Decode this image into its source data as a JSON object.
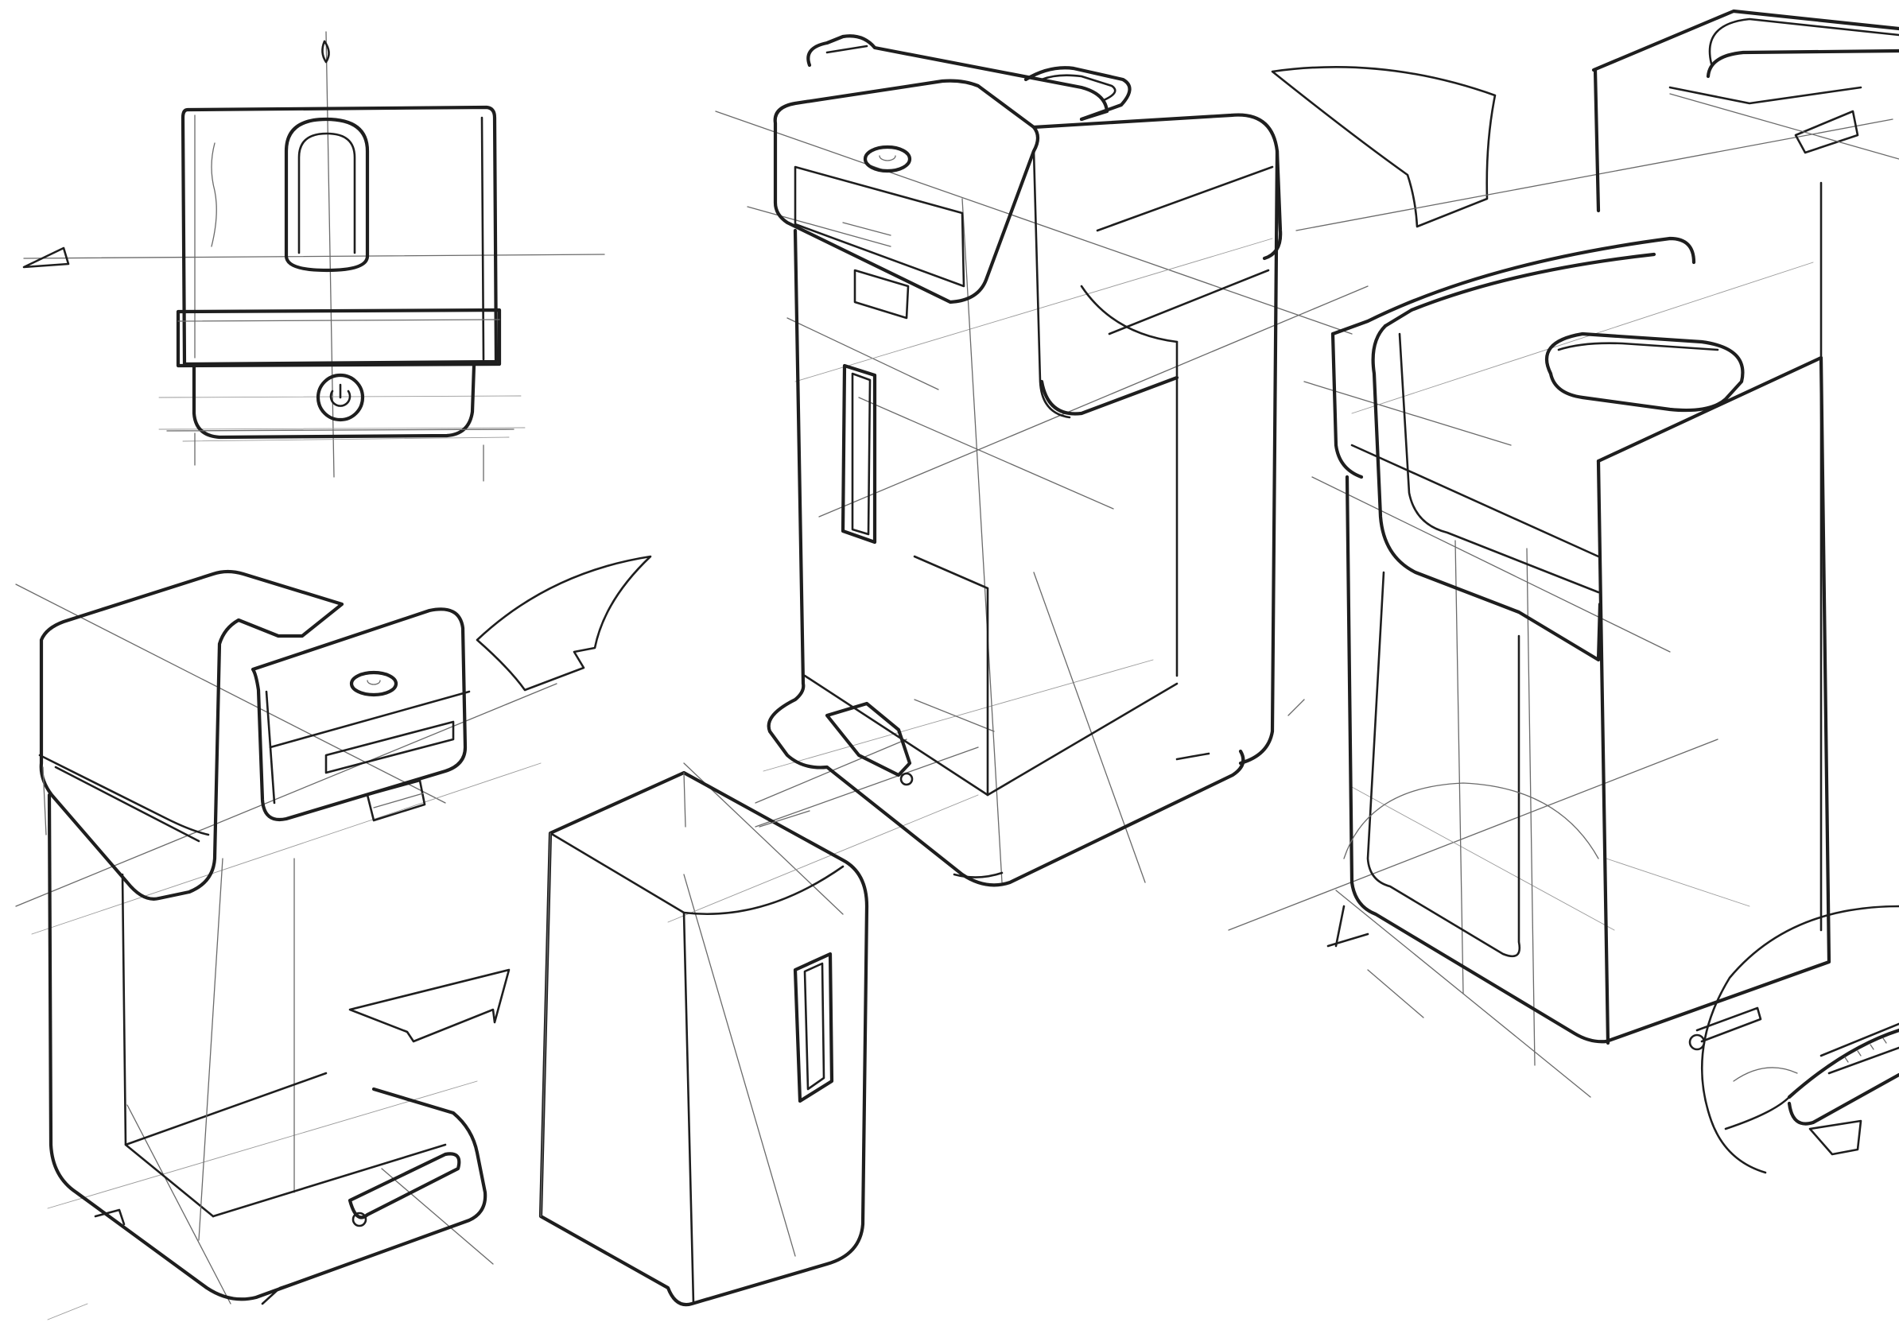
{
  "sketch": {
    "paper_color": "#ffffff",
    "ink_color": "#1e1e1e",
    "views": [
      {
        "name": "front-orthographic-view",
        "subject": "water-dispenser-front"
      },
      {
        "name": "perspective-view-left",
        "subject": "water-dispenser-three-quarter"
      },
      {
        "name": "removable-tank-view",
        "subject": "water-tank"
      },
      {
        "name": "perspective-view-center",
        "subject": "water-dispenser-tall"
      },
      {
        "name": "perspective-view-right",
        "subject": "water-dispenser-hood"
      },
      {
        "name": "detail-circle-view",
        "subject": "tray-detail"
      }
    ],
    "icons": [
      "power-icon",
      "direction-arrow-icon"
    ]
  }
}
